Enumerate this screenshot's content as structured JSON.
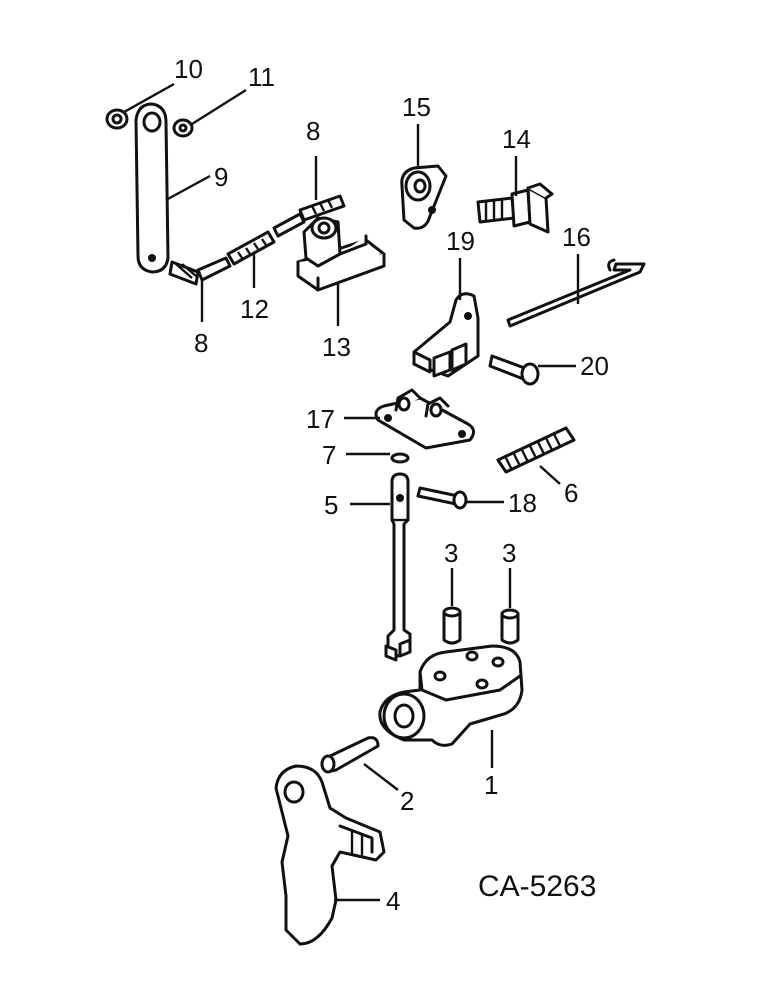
{
  "diagram": {
    "code": "CA-5263",
    "callouts": [
      "10",
      "11",
      "9",
      "8",
      "12",
      "8",
      "13",
      "15",
      "14",
      "19",
      "16",
      "20",
      "17",
      "7",
      "6",
      "5",
      "18",
      "3",
      "3",
      "1",
      "2",
      "4"
    ]
  },
  "colors": {
    "ink": "#111111",
    "paper": "#ffffff"
  }
}
